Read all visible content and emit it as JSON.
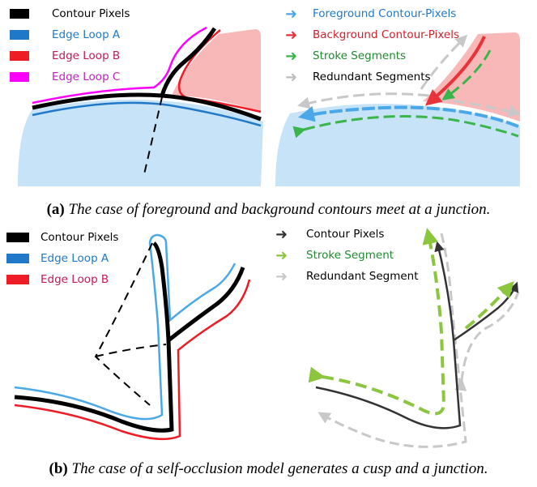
{
  "panel_a": {
    "legend_left": [
      {
        "label": "Contour Pixels",
        "color": "#000000"
      },
      {
        "label": "Edge Loop A",
        "color": "#1f78c8"
      },
      {
        "label": "Edge Loop B",
        "color": "#ee1c25"
      },
      {
        "label": "Edge Loop C",
        "color": "#ff00ff"
      }
    ],
    "legend_right": [
      {
        "label": "Foreground Contour-Pixels",
        "color": "#4aa8e8"
      },
      {
        "label": "Background Contour-Pixels",
        "color": "#e8333a"
      },
      {
        "label": "Stroke Segments",
        "color": "#39b54a"
      },
      {
        "label": "Redundant Segments",
        "color": "#bdbdbd"
      }
    ],
    "caption_label": "(a)",
    "caption_text": "The case of foreground and background contours meet at a junction."
  },
  "panel_b": {
    "legend_left": [
      {
        "label": "Contour Pixels",
        "color": "#000000"
      },
      {
        "label": "Edge Loop A",
        "color": "#1f78c8"
      },
      {
        "label": "Edge Loop B",
        "color": "#ee1c25"
      }
    ],
    "legend_right": [
      {
        "label": "Contour Pixels",
        "color": "#333333"
      },
      {
        "label": "Stroke Segment",
        "color": "#8cc63f"
      },
      {
        "label": "Redundant Segment",
        "color": "#c8c8c8"
      }
    ],
    "caption_label": "(b)",
    "caption_text": "The case of a self-occlusion model generates a cusp and a junction."
  },
  "colors": {
    "fill_blue": "#c7e3f7",
    "fill_red": "#f9b8b8",
    "contour": "#000000",
    "loop_a": "#4aa8e8",
    "loop_b": "#ee1c25",
    "loop_c": "#ff00ff",
    "stroke_green": "#39b54a",
    "stroke_light_green": "#8cc63f",
    "redundant_gray": "#c8c8c8"
  }
}
